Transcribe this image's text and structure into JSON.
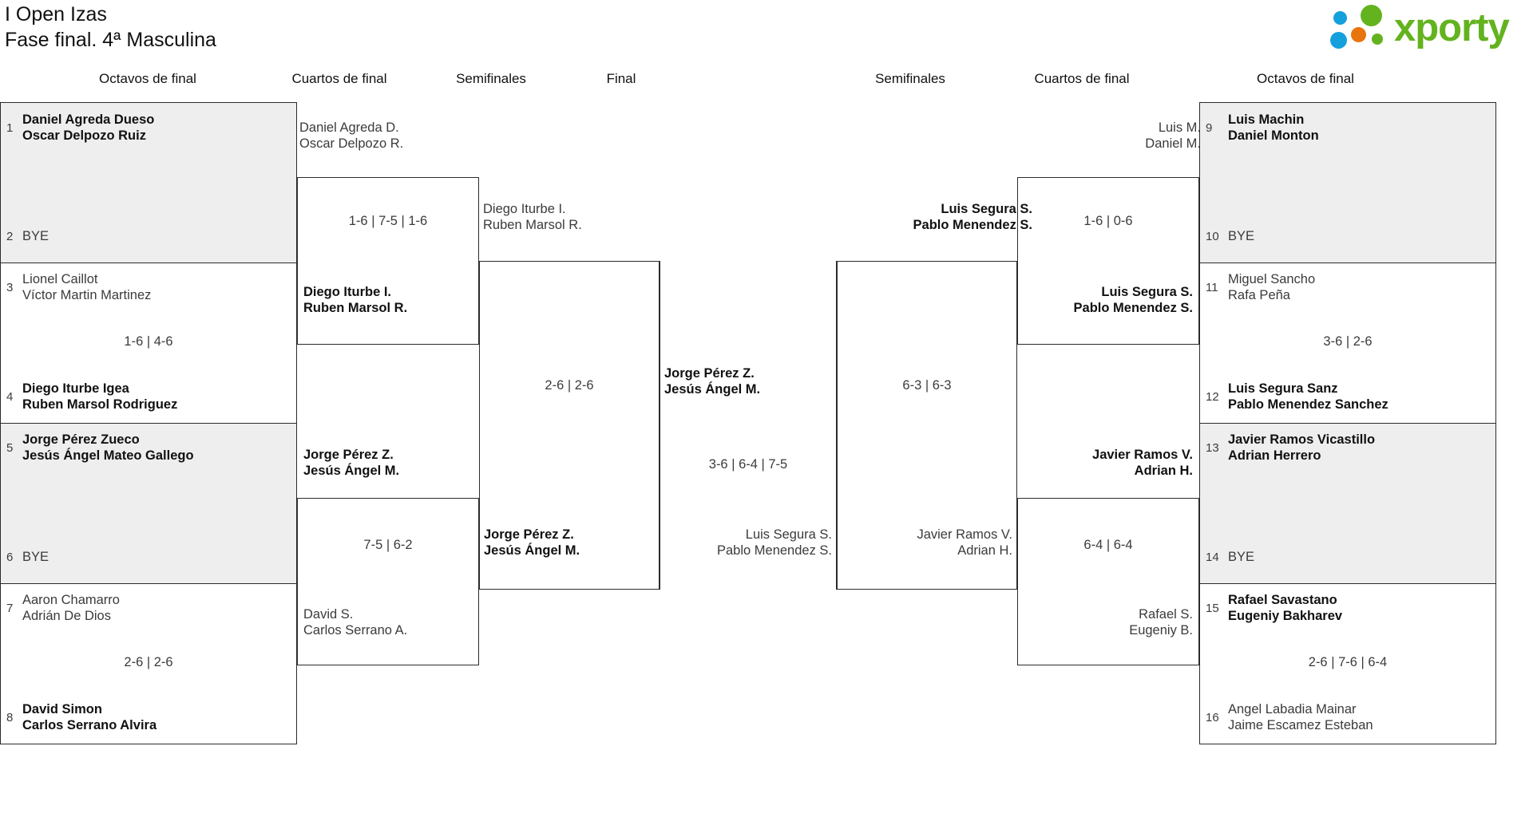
{
  "header": {
    "title_line1": "I Open Izas",
    "title_line2": "Fase final. 4ª Masculina",
    "logo_word": "xporty",
    "logo_colors": {
      "green": "#63b31e",
      "blue": "#14a0dd",
      "orange": "#e8740c"
    }
  },
  "round_headings": [
    {
      "label": "Octavos de final"
    },
    {
      "label": "Cuartos de final"
    },
    {
      "label": "Semifinales"
    },
    {
      "label": "Final"
    },
    {
      "label": "Semifinales"
    },
    {
      "label": "Cuartos de final"
    },
    {
      "label": "Octavos de final"
    }
  ],
  "left": {
    "octavos": [
      {
        "seed": "1",
        "p1": "Daniel Agreda Dueso",
        "p2": "Oscar Delpozo Ruiz",
        "winner": true
      },
      {
        "seed": "2",
        "p1": "BYE",
        "p2": "",
        "winner": false
      },
      {
        "seed": "3",
        "p1": "Lionel Caillot",
        "p2": "Víctor Martin Martinez",
        "winner": false
      },
      {
        "seed": "4",
        "p1": "Diego Iturbe Igea",
        "p2": "Ruben Marsol Rodriguez",
        "winner": true
      },
      {
        "seed": "5",
        "p1": "Jorge Pérez Zueco",
        "p2": "Jesús Ángel Mateo Gallego",
        "winner": true
      },
      {
        "seed": "6",
        "p1": "BYE",
        "p2": "",
        "winner": false
      },
      {
        "seed": "7",
        "p1": "Aaron Chamarro",
        "p2": "Adrián De Dios",
        "winner": false
      },
      {
        "seed": "8",
        "p1": "David Simon",
        "p2": "Carlos Serrano Alvira",
        "winner": true
      }
    ],
    "octavos_scores": [
      {
        "value": ""
      },
      {
        "value": "1-6 | 4-6"
      },
      {
        "value": ""
      },
      {
        "value": "2-6 | 2-6"
      }
    ],
    "cuartos": [
      {
        "p1": "Daniel Agreda D.",
        "p2": "Oscar Delpozo R.",
        "winner": false
      },
      {
        "p1": "Diego Iturbe I.",
        "p2": "Ruben Marsol R.",
        "winner": true
      },
      {
        "p1": "Jorge Pérez Z.",
        "p2": "Jesús Ángel M.",
        "winner": true
      },
      {
        "p1": "David S.",
        "p2": "Carlos Serrano A.",
        "winner": false
      }
    ],
    "cuartos_scores": [
      {
        "value": "1-6 | 7-5 | 1-6"
      },
      {
        "value": "7-5 | 6-2"
      }
    ],
    "semis": [
      {
        "p1": "Diego Iturbe I.",
        "p2": "Ruben Marsol R.",
        "winner": false
      },
      {
        "p1": "Jorge Pérez Z.",
        "p2": "Jesús Ángel M.",
        "winner": true
      }
    ],
    "semis_scores": [
      {
        "value": "2-6 | 2-6"
      }
    ]
  },
  "final": {
    "champion": {
      "p1": "Jorge Pérez Z.",
      "p2": "Jesús Ángel M."
    },
    "score": "3-6 | 6-4 | 7-5",
    "runner_up": {
      "p1": "Luis Segura S.",
      "p2": "Pablo Menendez S."
    }
  },
  "right": {
    "semis": [
      {
        "p1": "Luis Segura S.",
        "p2": "Pablo Menendez S.",
        "winner": true
      },
      {
        "p1": "Javier Ramos V.",
        "p2": "Adrian H.",
        "winner": false
      }
    ],
    "semis_scores": [
      {
        "value": "6-3 | 6-3"
      }
    ],
    "cuartos": [
      {
        "p1": "Luis M.",
        "p2": "Daniel M.",
        "winner": false
      },
      {
        "p1": "Luis Segura S.",
        "p2": "Pablo Menendez S.",
        "winner": true
      },
      {
        "p1": "Javier Ramos V.",
        "p2": "Adrian H.",
        "winner": true
      },
      {
        "p1": "Rafael S.",
        "p2": "Eugeniy B.",
        "winner": false
      }
    ],
    "cuartos_scores": [
      {
        "value": "1-6 | 0-6"
      },
      {
        "value": "6-4 | 6-4"
      }
    ],
    "octavos": [
      {
        "seed": "9",
        "p1": "Luis Machin",
        "p2": "Daniel Monton",
        "winner": true
      },
      {
        "seed": "10",
        "p1": "BYE",
        "p2": "",
        "winner": false
      },
      {
        "seed": "11",
        "p1": "Miguel Sancho",
        "p2": "Rafa Peña",
        "winner": false
      },
      {
        "seed": "12",
        "p1": "Luis Segura Sanz",
        "p2": "Pablo Menendez Sanchez",
        "winner": true
      },
      {
        "seed": "13",
        "p1": "Javier Ramos Vicastillo",
        "p2": "Adrian Herrero",
        "winner": true
      },
      {
        "seed": "14",
        "p1": "BYE",
        "p2": "",
        "winner": false
      },
      {
        "seed": "15",
        "p1": "Rafael Savastano",
        "p2": "Eugeniy Bakharev",
        "winner": true
      },
      {
        "seed": "16",
        "p1": "Angel Labadia Mainar",
        "p2": "Jaime Escamez Esteban",
        "winner": false
      }
    ],
    "octavos_scores": [
      {
        "value": ""
      },
      {
        "value": "3-6 | 2-6"
      },
      {
        "value": ""
      },
      {
        "value": "2-6 | 7-6 | 6-4"
      }
    ]
  }
}
